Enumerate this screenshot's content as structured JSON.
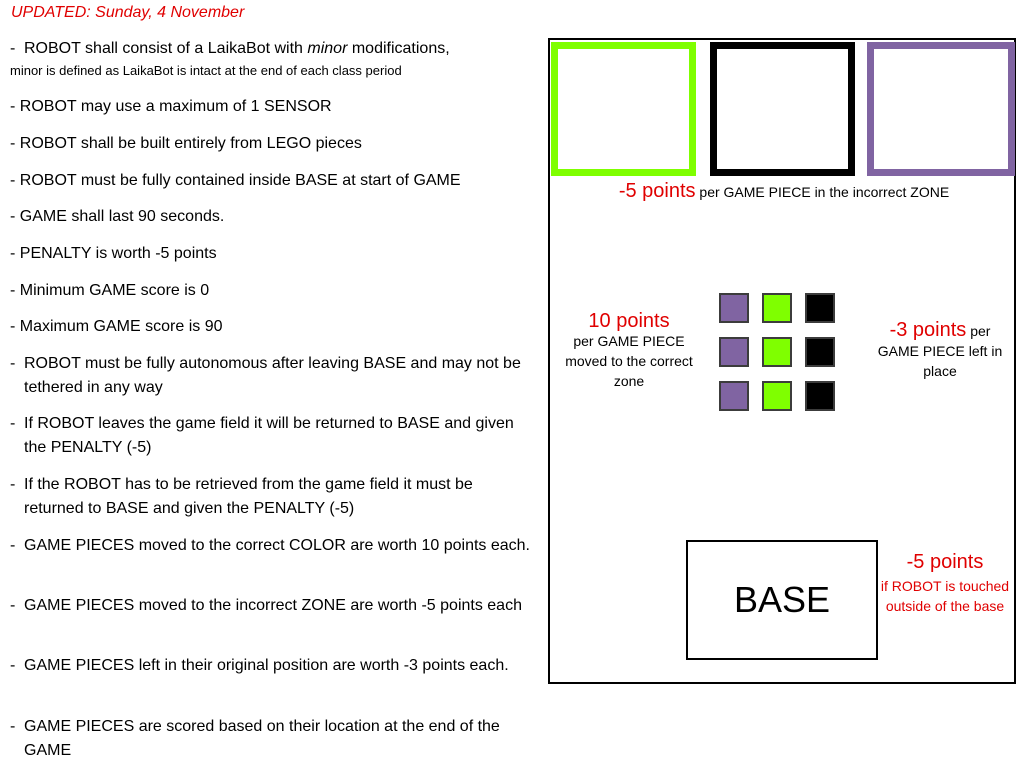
{
  "header": {
    "updated": "UPDATED: Sunday, 4 November"
  },
  "rules": {
    "r1_pre": "ROBOT shall consist of a LaikaBot with ",
    "r1_em": "minor",
    "r1_post": " modifications,",
    "r1_note": "minor is defined as LaikaBot is intact at the end of each class period",
    "r2": "- ROBOT may use a maximum of 1 SENSOR",
    "r3": "- ROBOT shall be built entirely from LEGO pieces",
    "r4": "- ROBOT must be fully contained inside BASE at start of GAME",
    "r5": "- GAME shall last 90 seconds.",
    "r6": "- PENALTY is worth -5 points",
    "r7": "- Minimum GAME score is 0",
    "r8": "- Maximum GAME score is 90",
    "r9": "ROBOT must be fully autonomous after leaving BASE and may not be tethered in any way",
    "r10": "If ROBOT leaves the game field it will be returned to BASE and given the PENALTY (-5)",
    "r11": "If the ROBOT has to be retrieved from the game field it must be returned to BASE and given the PENALTY (-5)",
    "r12": "GAME PIECES moved to the correct COLOR are worth 10 points each.",
    "r13": "GAME PIECES moved to the incorrect ZONE are worth -5 points each",
    "r14": "GAME PIECES left in their original position are worth -3 points each.",
    "r15": "GAME PIECES are scored based on their location at the end of the GAME"
  },
  "field": {
    "zone_colors": [
      "#7fff00",
      "#000000",
      "#8064a2"
    ],
    "incorrect_points": "-5 points",
    "incorrect_desc": "per GAME PIECE in the incorrect ZONE",
    "correct_points": "10 points",
    "correct_desc": "per GAME PIECE moved to the correct zone",
    "left_points": "-3 points",
    "left_per": "per",
    "left_desc": "GAME PIECE left in place",
    "base_label": "BASE",
    "touch_points": "-5 points",
    "touch_desc": "if ROBOT is touched outside of the base",
    "piece_columns": [
      "purple",
      "green",
      "black"
    ],
    "accent_color": "#e00000"
  }
}
